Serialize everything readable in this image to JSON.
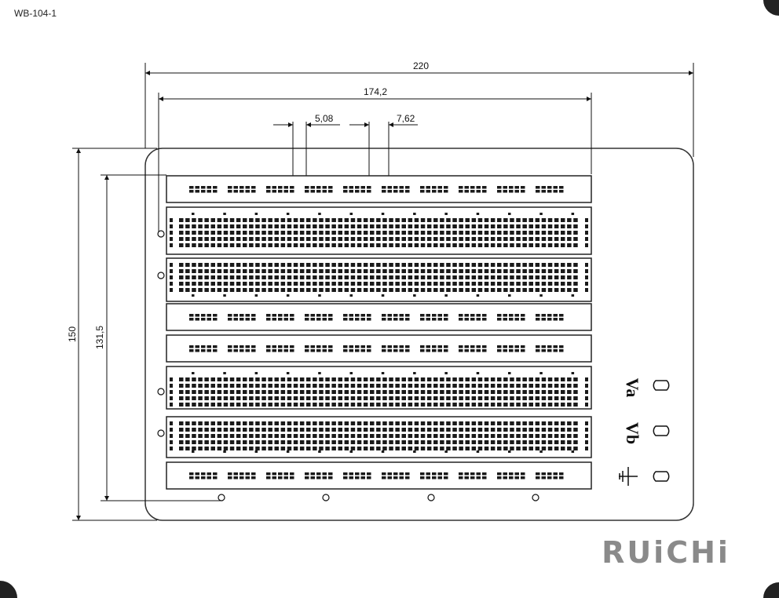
{
  "model": "WB-104-1",
  "brand": "RUiCHi",
  "dimensions": {
    "overall_width": "220",
    "inner_width": "174,2",
    "pitch_a": "5,08",
    "pitch_b": "7,62",
    "overall_height": "150",
    "inner_height": "131,5"
  },
  "power_labels": {
    "va": "Va",
    "vb": "Vb",
    "ground": "⏚"
  },
  "colors": {
    "outline": "#333333",
    "brand": "#8a8a8a",
    "hole": "#1a1a1a",
    "background": "#ffffff"
  }
}
